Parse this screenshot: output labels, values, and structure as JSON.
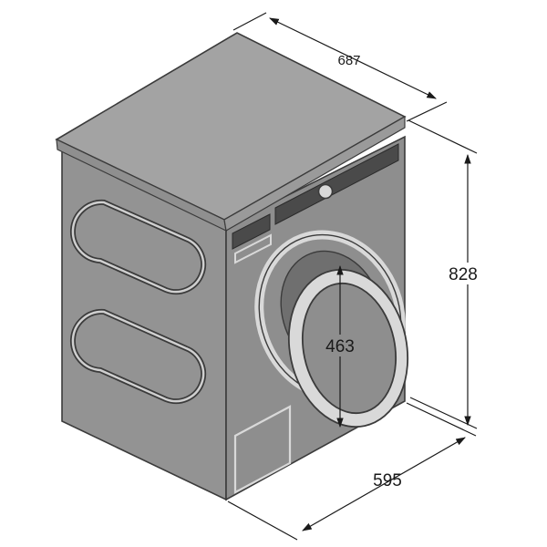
{
  "dimensions": {
    "depth": "687",
    "height": "828",
    "width": "595",
    "door_diameter": "463"
  },
  "colors": {
    "top": "#a3a3a3",
    "top_edge": "#8f8f8f",
    "side": "#939393",
    "front": "#8e8e8e",
    "outline": "#3b3b3b",
    "detail": "#d9d9d9",
    "panel": "#4a4a4a",
    "dim_line": "#1a1a1a"
  }
}
